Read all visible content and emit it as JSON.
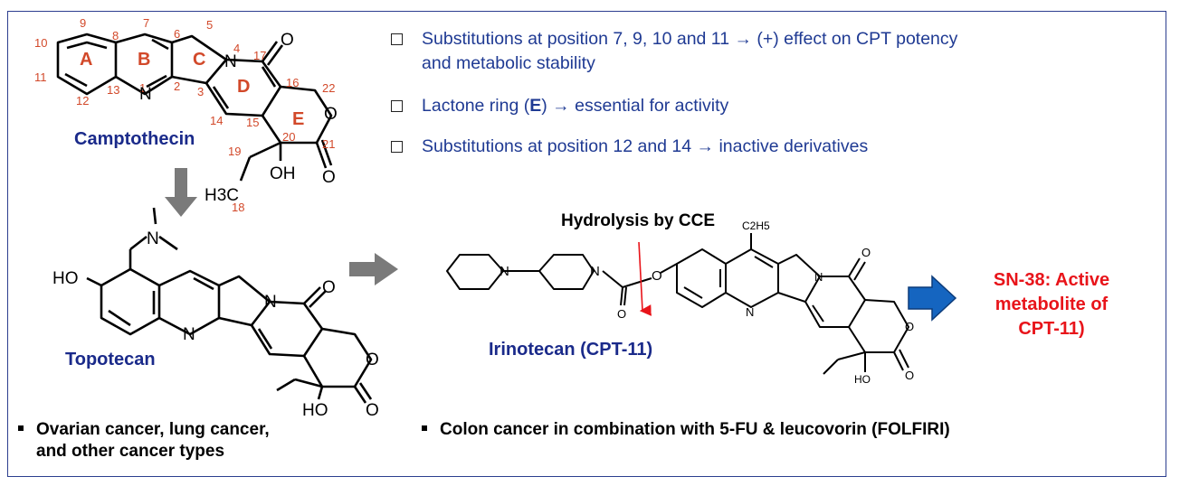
{
  "bullets": [
    {
      "line1": "Substitutions at position 7, 9, 10 and 11 → (+) effect on CPT potency",
      "line2": "and metabolic stability"
    },
    {
      "pre": "Lactone ring (",
      "bold": "E",
      "post": ")  → essential for activity"
    },
    {
      "line1": "Substitutions at position 12 and 14 → inactive derivatives"
    }
  ],
  "camptothecin": {
    "name": "Camptothecin",
    "ring_labels": [
      "A",
      "B",
      "C",
      "D",
      "E"
    ],
    "position_numbers": [
      "1",
      "2",
      "3",
      "4",
      "5",
      "6",
      "7",
      "8",
      "9",
      "10",
      "11",
      "12",
      "13",
      "14",
      "15",
      "16",
      "17",
      "18",
      "19",
      "20",
      "21",
      "22"
    ],
    "atoms": {
      "n1": "N",
      "n2": "N",
      "o_ring": "O",
      "o_carbonyl1": "O",
      "o_carbonyl2": "O",
      "oh": "OH",
      "h3c": "H3C"
    }
  },
  "topotecan": {
    "name": "Topotecan",
    "atoms": {
      "ho": "HO",
      "n_dim": "N",
      "n_ring1": "N",
      "n_ring2": "N",
      "o1": "O",
      "o2": "O",
      "o3": "O",
      "oh": "HO"
    },
    "note_line1": "Ovarian cancer, lung cancer,",
    "note_line2": "and other cancer types"
  },
  "irinotecan": {
    "name": "Irinotecan (CPT-11)",
    "hydrolysis": "Hydrolysis by CCE",
    "atoms": {
      "n_pip1": "N",
      "n_pip2": "N",
      "o_link": "O",
      "o_carb": "O",
      "c2h5": "C2H5",
      "n_q": "N",
      "n_r": "N",
      "o1": "O",
      "o2": "O",
      "o3": "O",
      "oh": "HO"
    },
    "note": "Colon cancer in combination with 5-FU & leucovorin (FOLFIRI)"
  },
  "sn38": {
    "line1": "SN-38: Active",
    "line2": "metabolite of",
    "line3": "CPT-11)"
  },
  "colors": {
    "title_blue": "#1f3a93",
    "ring_label_red": "#d2492a",
    "sn38_red": "#e8141a",
    "arrow_blue": "#1565c0",
    "arrow_gray": "#7a7a7a",
    "frame": "#2c3e8f"
  }
}
